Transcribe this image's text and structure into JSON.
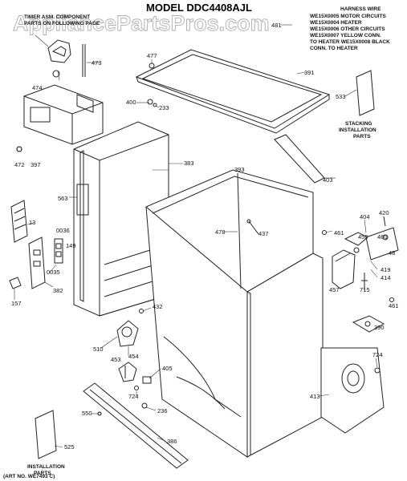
{
  "title": "MODEL DDC4408AJL",
  "watermark": "AppliancePartsPros.com",
  "harness_note": {
    "title": "HARNESS WIRE",
    "lines": [
      "WE15X0005 MOTOR CIRCUITS",
      "WE15X0004 HEATER",
      "WE15X0006 OTHER CIRCUITS",
      "WE15X0007 YELLOW CONN.",
      "TO HEATER   WE15X0008 BLACK",
      "CONN. TO HEATER"
    ]
  },
  "timer_note": {
    "lines": [
      "TIMER ASM. COMPONENT",
      "PARTS ON FOLLOWING PAGE"
    ]
  },
  "stacking_caption": [
    "STACKING",
    "INSTALLATION",
    "PARTS"
  ],
  "installation_caption": [
    "INSTALLATION",
    "PARTS"
  ],
  "art_number": "(ART NO. WE7493 C)",
  "parts": {
    "p13": "13",
    "p149": "149",
    "p157": "157",
    "p233": "233",
    "p236": "236",
    "p382": "382",
    "p383": "383",
    "p386": "386",
    "p390": "390",
    "p391": "391",
    "p393": "393",
    "p397": "397",
    "p400": "400",
    "p403": "403",
    "p404": "404",
    "p405": "405",
    "p413": "413",
    "p414": "414",
    "p419": "419",
    "p420": "420",
    "p432": "432",
    "p437": "437",
    "p453": "453",
    "p454": "454",
    "p457": "457",
    "p459": "459",
    "p460": "460",
    "p461a": "461",
    "p461b": "461",
    "p472": "472",
    "p473": "473",
    "p474": "474",
    "p477": "477",
    "p478": "478",
    "p481": "481",
    "p510": "510",
    "p525": "525",
    "p533": "533",
    "p550": "550",
    "p563": "563",
    "p715": "715",
    "p724a": "724",
    "p724b": "724",
    "p0035": "0035",
    "p0036": "0036",
    "p48": "48"
  }
}
